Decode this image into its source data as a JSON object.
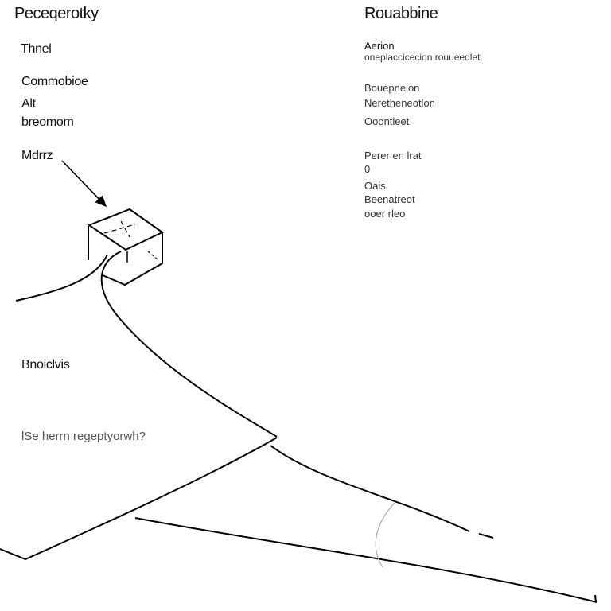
{
  "left": {
    "title": "Peceqerotky",
    "labels": [
      "Thnel",
      "Commobioe",
      "Alt",
      "breomom",
      "Mdrrz"
    ],
    "section": "Bnoiclvis",
    "question": "lSe herrn regeptyorwh?"
  },
  "right": {
    "title": "Rouabbine",
    "heading": "Aerion",
    "subtitle": "oneplaccicecion rouueedlet",
    "items": [
      "Bouepneion",
      "Neretheneotlon",
      "Ooontieet",
      "Perer en lrat",
      "0",
      "Oais",
      "Beenatreot",
      "ooer rleo"
    ]
  }
}
